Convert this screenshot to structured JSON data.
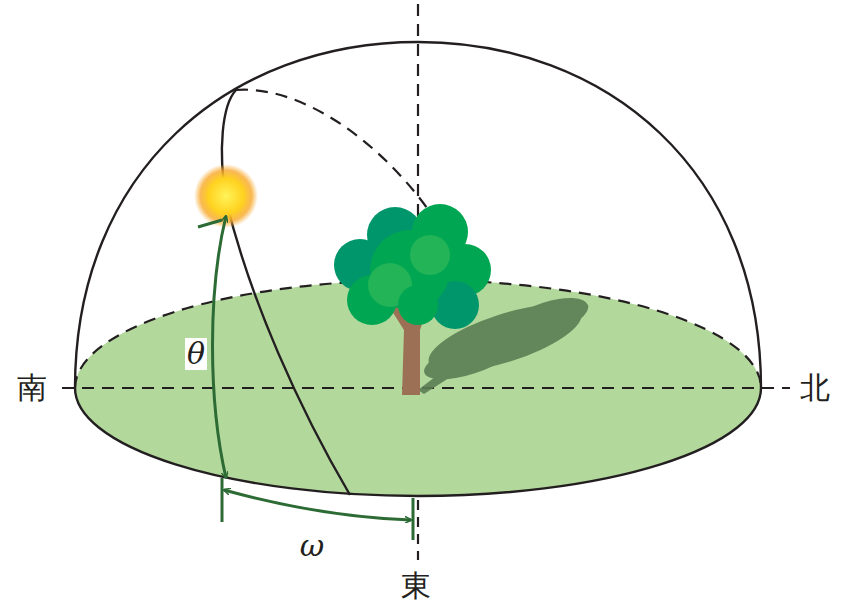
{
  "diagram": {
    "labels": [
      "南",
      "北",
      "東",
      "θ",
      "ω"
    ]
  }
}
